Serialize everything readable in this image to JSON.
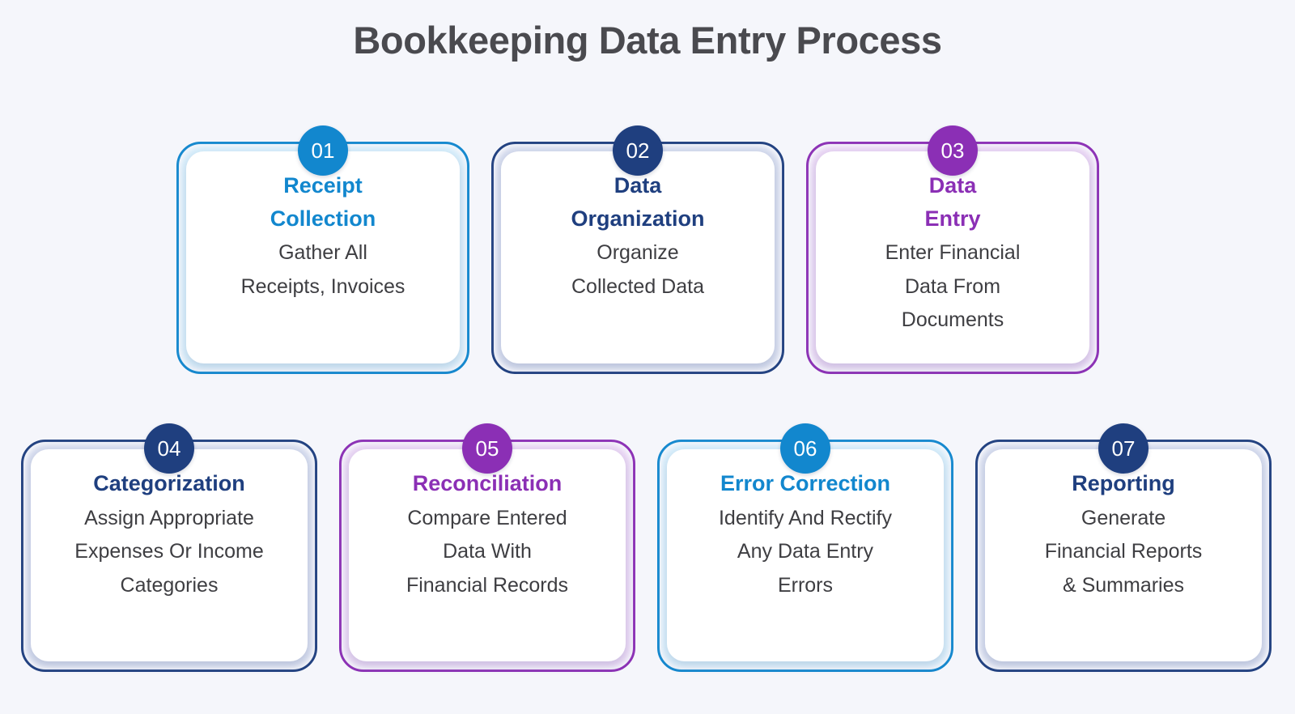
{
  "header": {
    "title": "Bookkeeping Data Entry Process"
  },
  "theme": {
    "background": "#f5f6fb",
    "title_color": "#4a4a4f",
    "body_text_color": "#3e3e42",
    "accent_blue": "#1287ce",
    "accent_navy": "#1f3f7f",
    "accent_purple": "#8b2fb5"
  },
  "steps": [
    {
      "number": "01",
      "title": "Receipt\nCollection",
      "description": "Gather All\nReceipts, Invoices",
      "accent": "#1287ce",
      "glow": "#d7eefb"
    },
    {
      "number": "02",
      "title": "Data\nOrganization",
      "description": "Organize\nCollected Data",
      "accent": "#1f3f7f",
      "glow": "#d6dcee"
    },
    {
      "number": "03",
      "title": "Data\nEntry",
      "description": "Enter Financial\nData From\nDocuments",
      "accent": "#8b2fb5",
      "glow": "#ead6f4"
    },
    {
      "number": "04",
      "title": "Categorization",
      "description": "Assign Appropriate\nExpenses Or Income\nCategories",
      "accent": "#1f3f7f",
      "glow": "#d6dcee"
    },
    {
      "number": "05",
      "title": "Reconciliation",
      "description": "Compare Entered\nData With\nFinancial Records",
      "accent": "#8b2fb5",
      "glow": "#ead6f4"
    },
    {
      "number": "06",
      "title": "Error Correction",
      "description": "Identify And Rectify\nAny Data Entry\nErrors",
      "accent": "#1287ce",
      "glow": "#d7eefb"
    },
    {
      "number": "07",
      "title": "Reporting",
      "description": "Generate\nFinancial Reports\n& Summaries",
      "accent": "#1f3f7f",
      "glow": "#d6dcee"
    }
  ],
  "layout": {
    "row_1_step_indices": [
      0,
      1,
      2
    ],
    "row_2_step_indices": [
      3,
      4,
      5,
      6
    ]
  }
}
